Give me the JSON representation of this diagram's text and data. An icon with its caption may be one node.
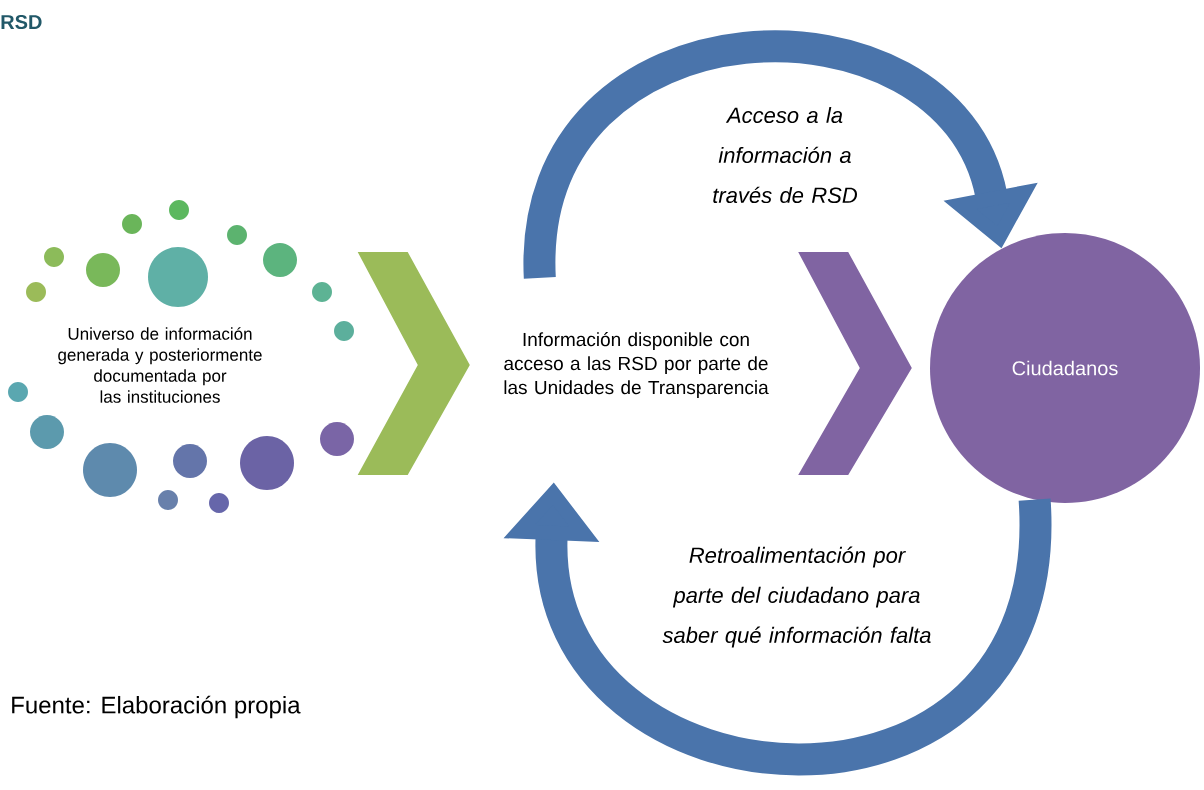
{
  "diagram": {
    "caption": "Fuente: Elaboración propia",
    "nodes": [
      {
        "text": [
          "Universo de información generada y posteriormente documentada por las instituciones"
        ]
      },
      {
        "text": [
          "Información disponible con acceso a las RSD por parte de las Unidades de Transparencia"
        ]
      },
      {
        "text": [
          "Ciudadanos"
        ]
      }
    ],
    "edges": [
      {
        "from": 0,
        "to": 1,
        "arrow": "to",
        "color": "#9bbb59"
      },
      {
        "from": 1,
        "to": 2,
        "arrow": "to",
        "color": "#8064a2"
      },
      {
        "from": 1,
        "to": 2,
        "arrow": "to",
        "label": "Acceso a la información a través de RSD",
        "color": "#4a74ab"
      },
      {
        "from": 2,
        "to": 1,
        "arrow": "to",
        "label": "Retroalimentación por parte del ciudadano para saber qué información falta",
        "color": "#4a74ab"
      }
    ],
    "labels": [
      "RSD"
    ]
  }
}
